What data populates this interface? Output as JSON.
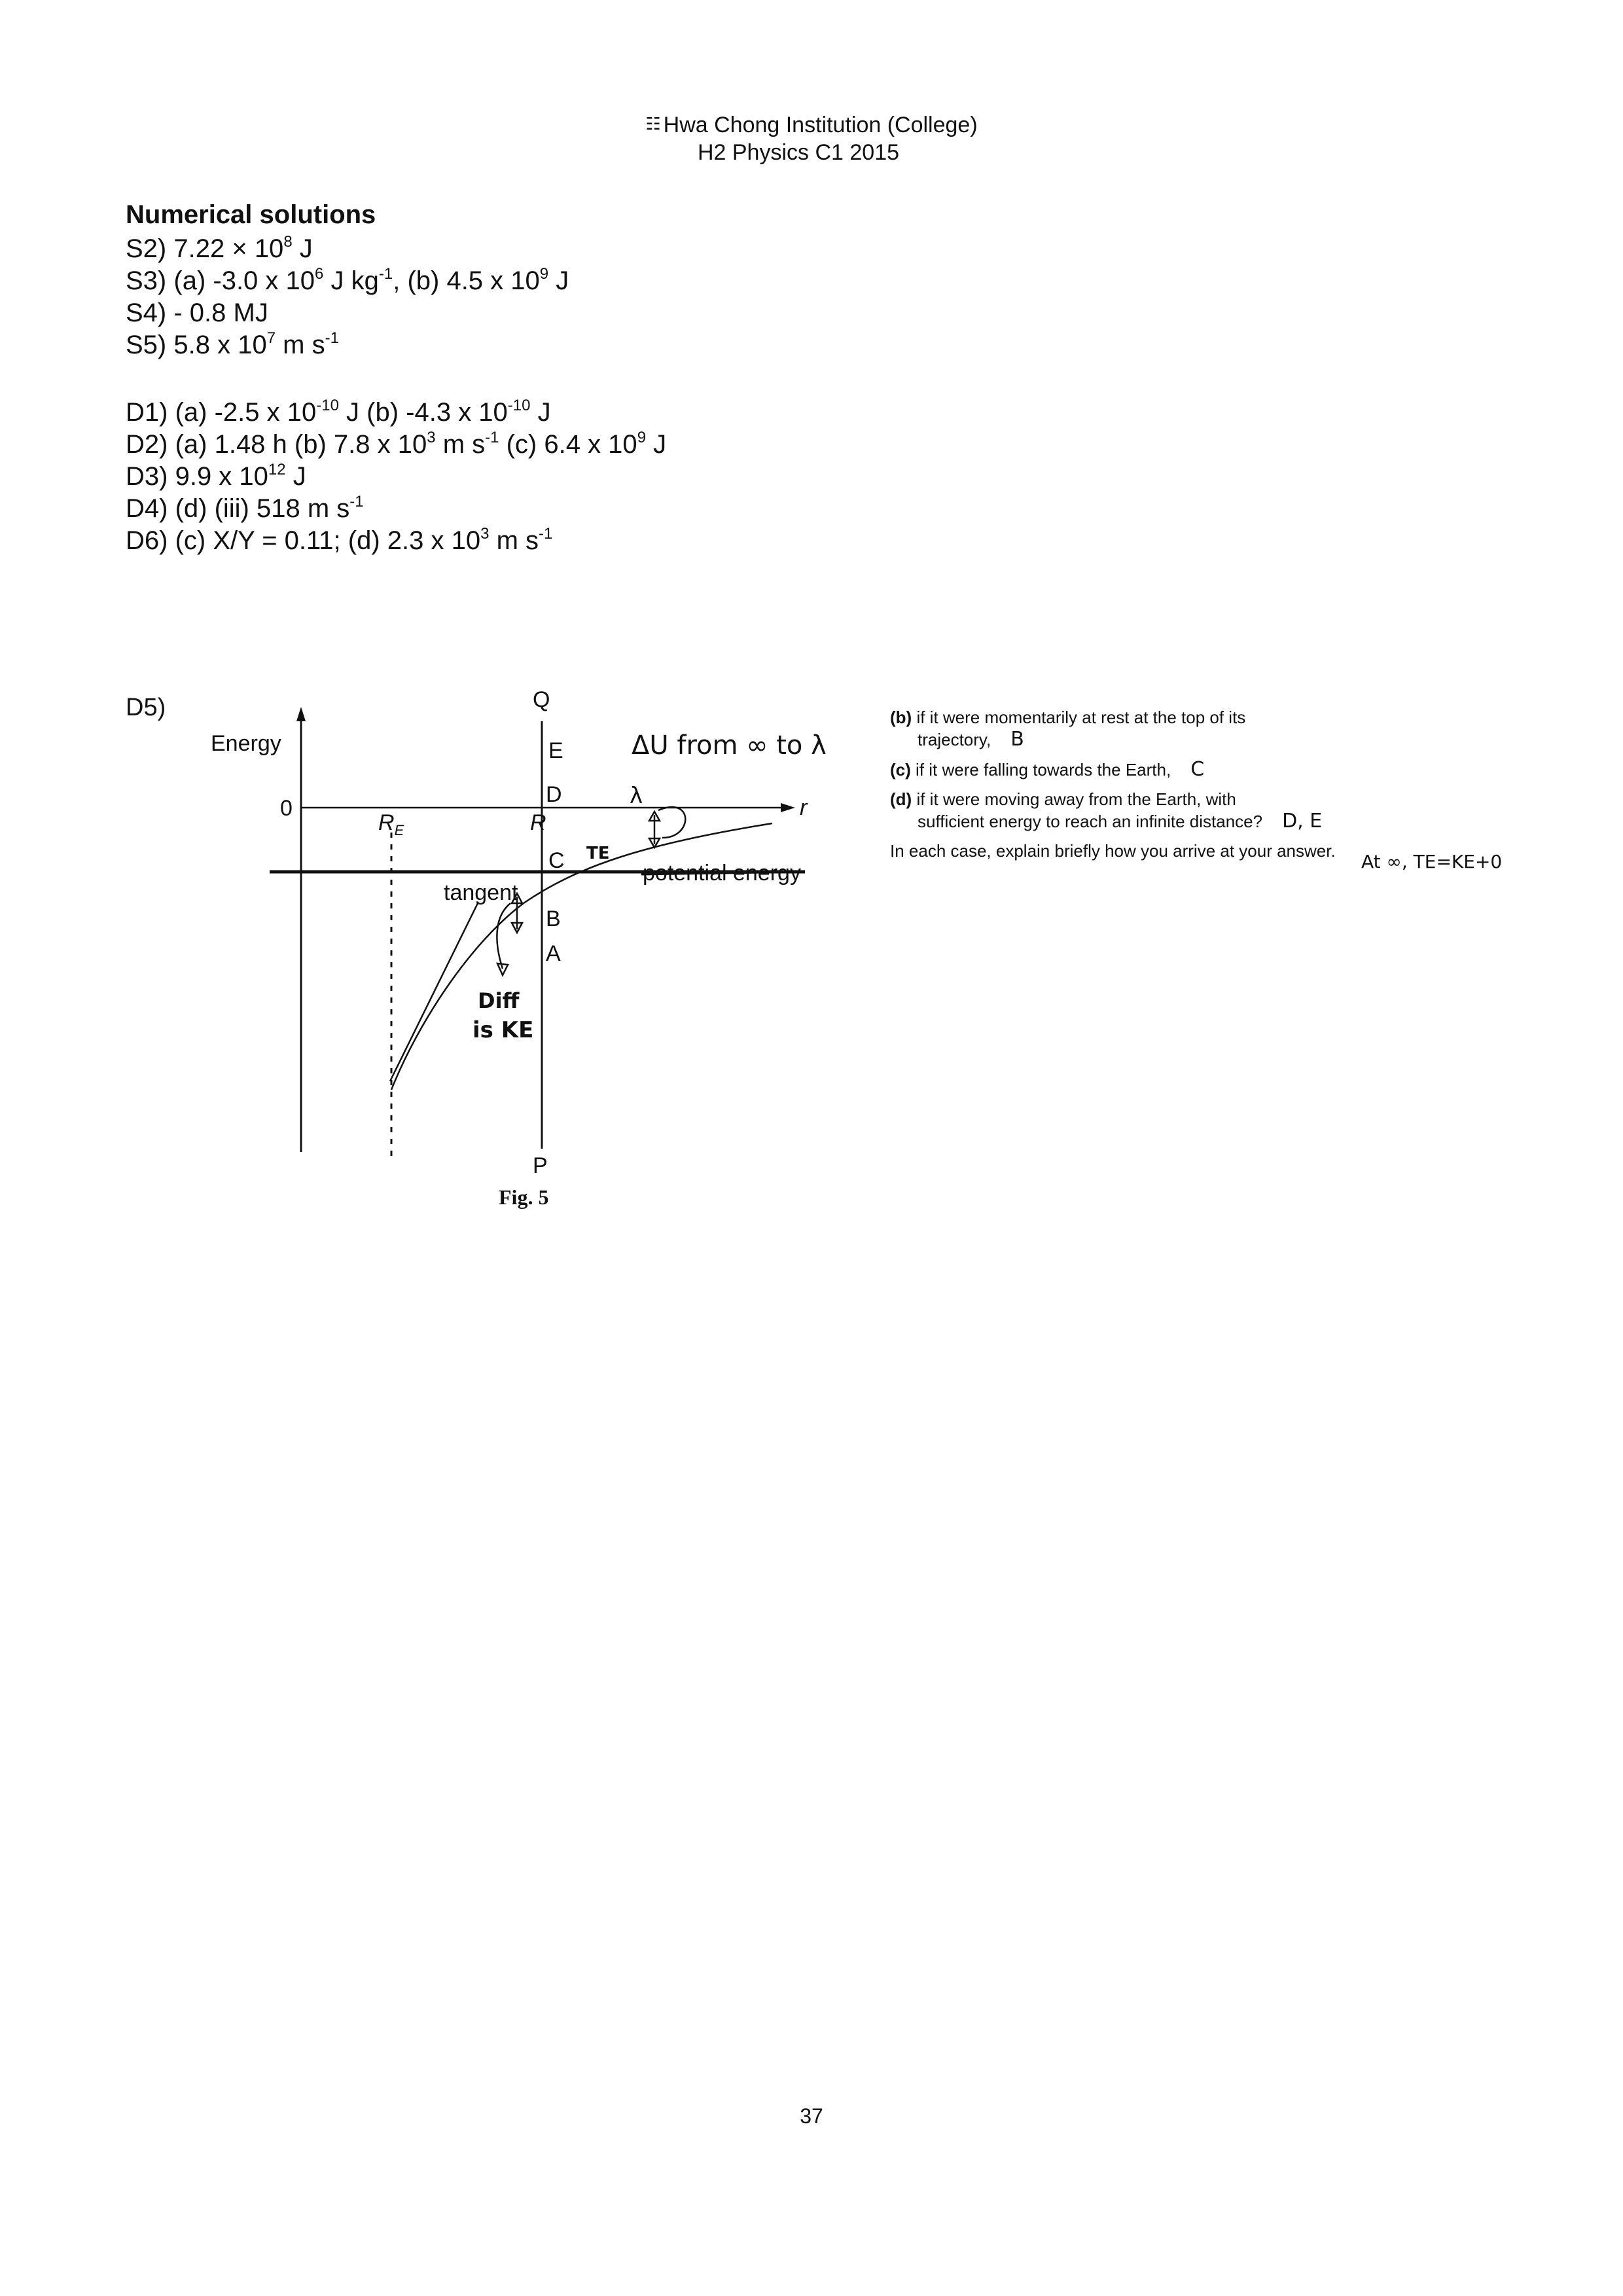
{
  "header": {
    "institution": "Hwa Chong Institution (College)",
    "course": "H2 Physics C1 2015"
  },
  "solutions": {
    "title": "Numerical solutions",
    "s2": {
      "label": "S2)",
      "text": "7.22 × 10",
      "exp": "8",
      "unit": " J"
    },
    "s3": {
      "label": "S3)",
      "a": "(a) -3.0 x 10",
      "a_exp": "6",
      "a_unit": " J kg",
      "a_unit_exp": "-1",
      "b": ", (b) 4.5 x 10",
      "b_exp": "9",
      "b_unit": " J"
    },
    "s4": {
      "label": "S4)",
      "text": "- 0.8 MJ"
    },
    "s5": {
      "label": "S5)",
      "text": "5.8 x 10",
      "exp": "7",
      "unit": " m s",
      "unit_exp": "-1"
    },
    "d1": {
      "label": "D1)",
      "a": "(a) -2.5 x 10",
      "a_exp": "-10",
      "a_unit": " J (b) -4.3 x 10",
      "b_exp": "-10",
      "b_unit": " J"
    },
    "d2": {
      "label": "D2)",
      "a": "(a) 1.48 h (b) 7.8 x 10",
      "a_exp": "3",
      "a_unit": " m s",
      "a_unit_exp": "-1",
      "b": " (c) 6.4 x 10",
      "b_exp": "9",
      "b_unit": " J"
    },
    "d3": {
      "label": "D3)",
      "text": "9.9 x 10",
      "exp": "12",
      "unit": " J"
    },
    "d4": {
      "label": "D4)",
      "text": "(d) (iii) 518 m s",
      "exp": "-1"
    },
    "d6": {
      "label": "D6)",
      "a": "(c) X/Y = 0.11; (d) 2.3 x 10",
      "a_exp": "3",
      "a_unit": " m s",
      "a_unit_exp": "-1"
    }
  },
  "d5": {
    "label": "D5)",
    "figure": {
      "y_axis_label": "Energy",
      "origin_label": "0",
      "r_axis_label": "r",
      "re_label": "R",
      "re_sub": "E",
      "r_label": "R",
      "points": [
        "Q",
        "E",
        "D",
        "C",
        "B",
        "A",
        "P"
      ],
      "curve_label": "potential energy",
      "tangent_label": "tangent",
      "caption": "Fig. 5",
      "handwritten": {
        "delta_u": "ΔU from ∞ to λ",
        "lambda": "λ",
        "te": "TE",
        "diff": "Diff",
        "is_ke": "is KE"
      }
    },
    "questions": [
      {
        "label": "(b)",
        "text": "if it were momentarily at rest at the top of its",
        "cont": "trajectory,",
        "answer": "B"
      },
      {
        "label": "(c)",
        "text": "if it were falling towards the Earth,",
        "cont": "",
        "answer": "C"
      },
      {
        "label": "(d)",
        "text": "if it were moving away from the Earth, with",
        "cont": "sufficient energy to reach an infinite distance?",
        "answer": "D, E"
      }
    ],
    "instruction": "In each case, explain briefly how you arrive at your answer.",
    "margin_note": "At ∞, TE=KE+0"
  },
  "page_number": "37"
}
